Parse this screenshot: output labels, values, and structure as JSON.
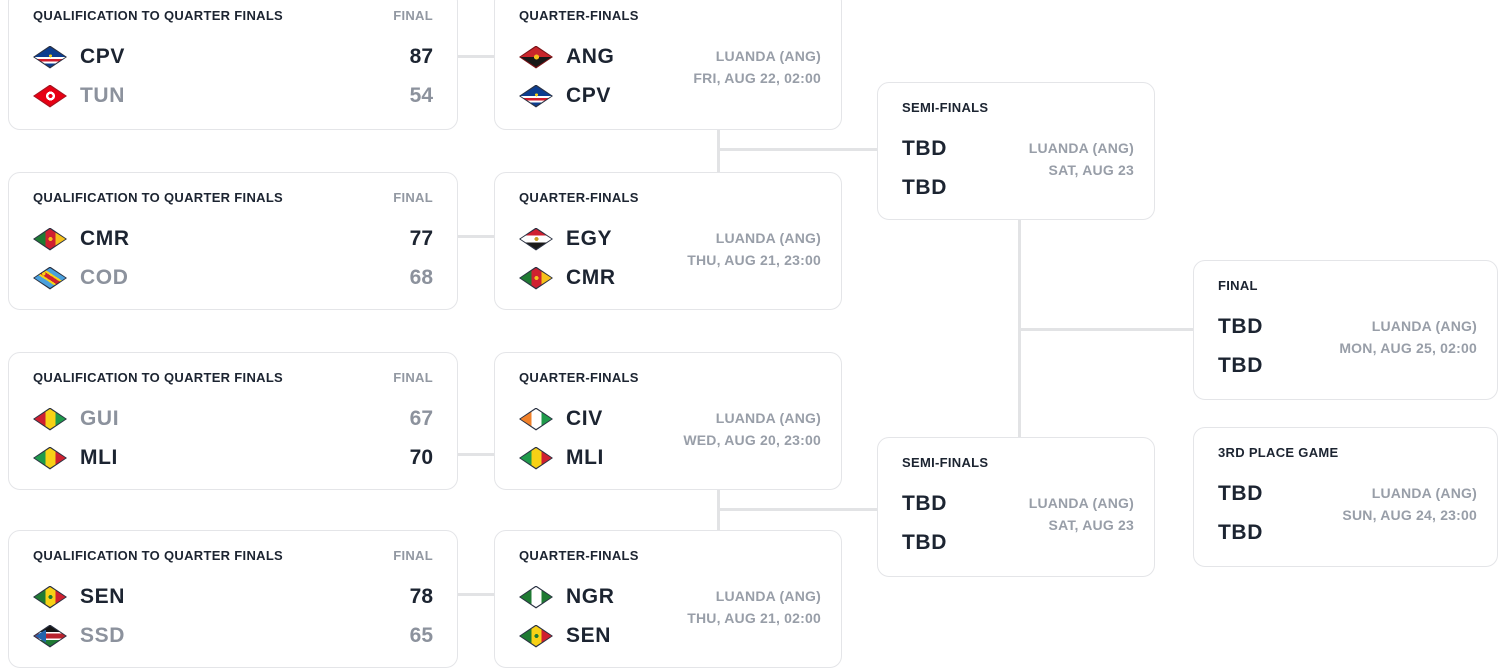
{
  "colors": {
    "card_border": "#e4e5e8",
    "connector": "#e2e3e5",
    "winner_arrow": "#8e1b1f",
    "text_dark": "#1c2431",
    "text_gray": "#8c929d"
  },
  "qualification_games": [
    {
      "title": "QUALIFICATION TO QUARTER FINALS",
      "status": "FINAL",
      "teams": [
        {
          "code": "CPV",
          "score": "87",
          "winner": true
        },
        {
          "code": "TUN",
          "score": "54",
          "winner": false
        }
      ]
    },
    {
      "title": "QUALIFICATION TO QUARTER FINALS",
      "status": "FINAL",
      "teams": [
        {
          "code": "CMR",
          "score": "77",
          "winner": true
        },
        {
          "code": "COD",
          "score": "68",
          "winner": false
        }
      ]
    },
    {
      "title": "QUALIFICATION TO QUARTER FINALS",
      "status": "FINAL",
      "teams": [
        {
          "code": "GUI",
          "score": "67",
          "winner": false
        },
        {
          "code": "MLI",
          "score": "70",
          "winner": true
        }
      ]
    },
    {
      "title": "QUALIFICATION TO QUARTER FINALS",
      "status": "FINAL",
      "teams": [
        {
          "code": "SEN",
          "score": "78",
          "winner": true
        },
        {
          "code": "SSD",
          "score": "65",
          "winner": false
        }
      ]
    }
  ],
  "quarter_finals": [
    {
      "title": "QUARTER-FINALS",
      "teams": [
        {
          "code": "ANG"
        },
        {
          "code": "CPV"
        }
      ],
      "venue": "LUANDA (ANG)",
      "datetime": "FRI, AUG 22, 02:00"
    },
    {
      "title": "QUARTER-FINALS",
      "teams": [
        {
          "code": "EGY"
        },
        {
          "code": "CMR"
        }
      ],
      "venue": "LUANDA (ANG)",
      "datetime": "THU, AUG 21, 23:00"
    },
    {
      "title": "QUARTER-FINALS",
      "teams": [
        {
          "code": "CIV"
        },
        {
          "code": "MLI"
        }
      ],
      "venue": "LUANDA (ANG)",
      "datetime": "WED, AUG 20, 23:00"
    },
    {
      "title": "QUARTER-FINALS",
      "teams": [
        {
          "code": "NGR"
        },
        {
          "code": "SEN"
        }
      ],
      "venue": "LUANDA (ANG)",
      "datetime": "THU, AUG 21, 02:00"
    }
  ],
  "semi_finals": [
    {
      "title": "SEMI-FINALS",
      "teams": [
        {
          "code": "TBD"
        },
        {
          "code": "TBD"
        }
      ],
      "venue": "LUANDA (ANG)",
      "datetime": "SAT, AUG 23"
    },
    {
      "title": "SEMI-FINALS",
      "teams": [
        {
          "code": "TBD"
        },
        {
          "code": "TBD"
        }
      ],
      "venue": "LUANDA (ANG)",
      "datetime": "SAT, AUG 23"
    }
  ],
  "final": {
    "title": "FINAL",
    "teams": [
      {
        "code": "TBD"
      },
      {
        "code": "TBD"
      }
    ],
    "venue": "LUANDA (ANG)",
    "datetime": "MON, AUG 25, 02:00"
  },
  "third_place": {
    "title": "3RD PLACE GAME",
    "teams": [
      {
        "code": "TBD"
      },
      {
        "code": "TBD"
      }
    ],
    "venue": "LUANDA (ANG)",
    "datetime": "SUN, AUG 24, 23:00"
  }
}
